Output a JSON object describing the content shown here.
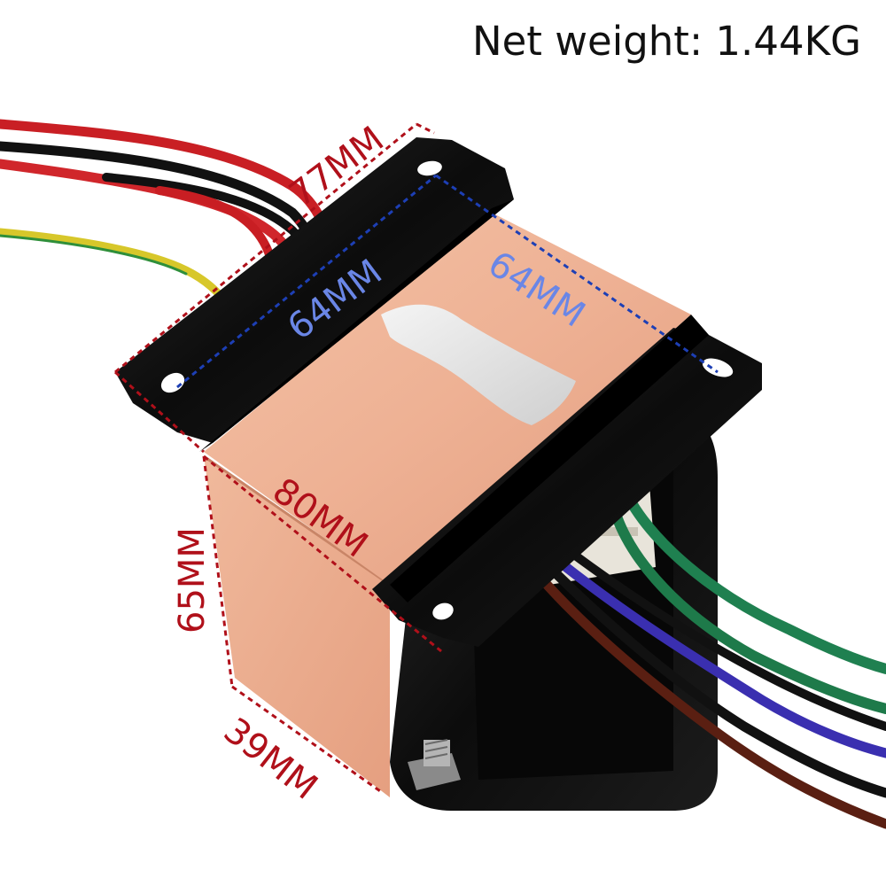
{
  "header": {
    "net_weight": "Net weight: 1.44KG"
  },
  "dimensions": {
    "top_outer_length": "77MM",
    "mount_hole_spacing": "64MM",
    "lamination_width": "64MM",
    "core_length": "80MM",
    "height": "65MM",
    "depth": "39MM"
  },
  "colors": {
    "red_dimension": "#b0101a",
    "blue_dimension": "#1d3fb5",
    "blue_label": "#6a86e6",
    "copper": "#eeb396",
    "black_steel": "#141414"
  }
}
